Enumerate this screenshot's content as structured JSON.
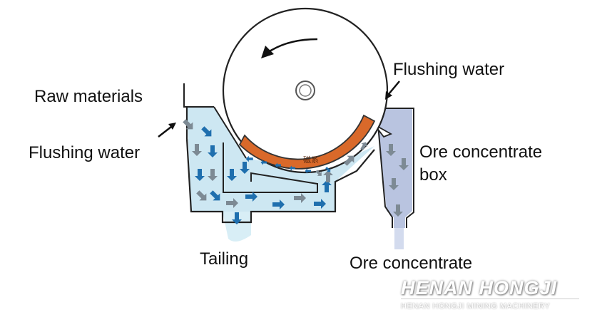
{
  "labels": {
    "raw_materials": "Raw materials",
    "flushing_water_left": "Flushing water",
    "flushing_water_right": "Flushing water",
    "ore_concentrate_box_line1": "Ore concentrate",
    "ore_concentrate_box_line2": "box",
    "tailing": "Tailing",
    "ore_concentrate": "Ore concentrate",
    "magnet_system": "磁系"
  },
  "watermark": {
    "brand": "HENAN HONGJI",
    "subtitle": "HENAN HONGJI MINING MACHINERY"
  },
  "colors": {
    "slurry": "#cde7f2",
    "concentrate": "#b9c4e0",
    "magnet": "#d9692a",
    "arrow_blue": "#1f6fae",
    "arrow_gray": "#7d8a94"
  }
}
